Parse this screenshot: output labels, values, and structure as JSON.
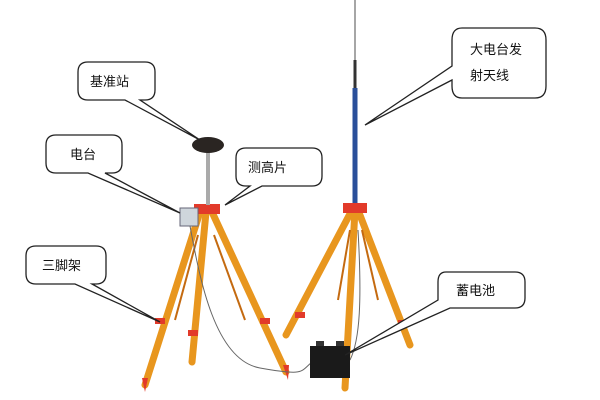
{
  "labels": {
    "base_station": "基准站",
    "radio": "电台",
    "height_plate": "测高片",
    "tripod": "三脚架",
    "antenna_line1": "大电台发",
    "antenna_line2": "射天线",
    "battery": "蓄电池"
  },
  "colors": {
    "tripod_leg": "#e8961e",
    "tripod_joint": "#e23a2a",
    "antenna_mast": "#2a4f9a",
    "battery": "#1a1a1a"
  }
}
